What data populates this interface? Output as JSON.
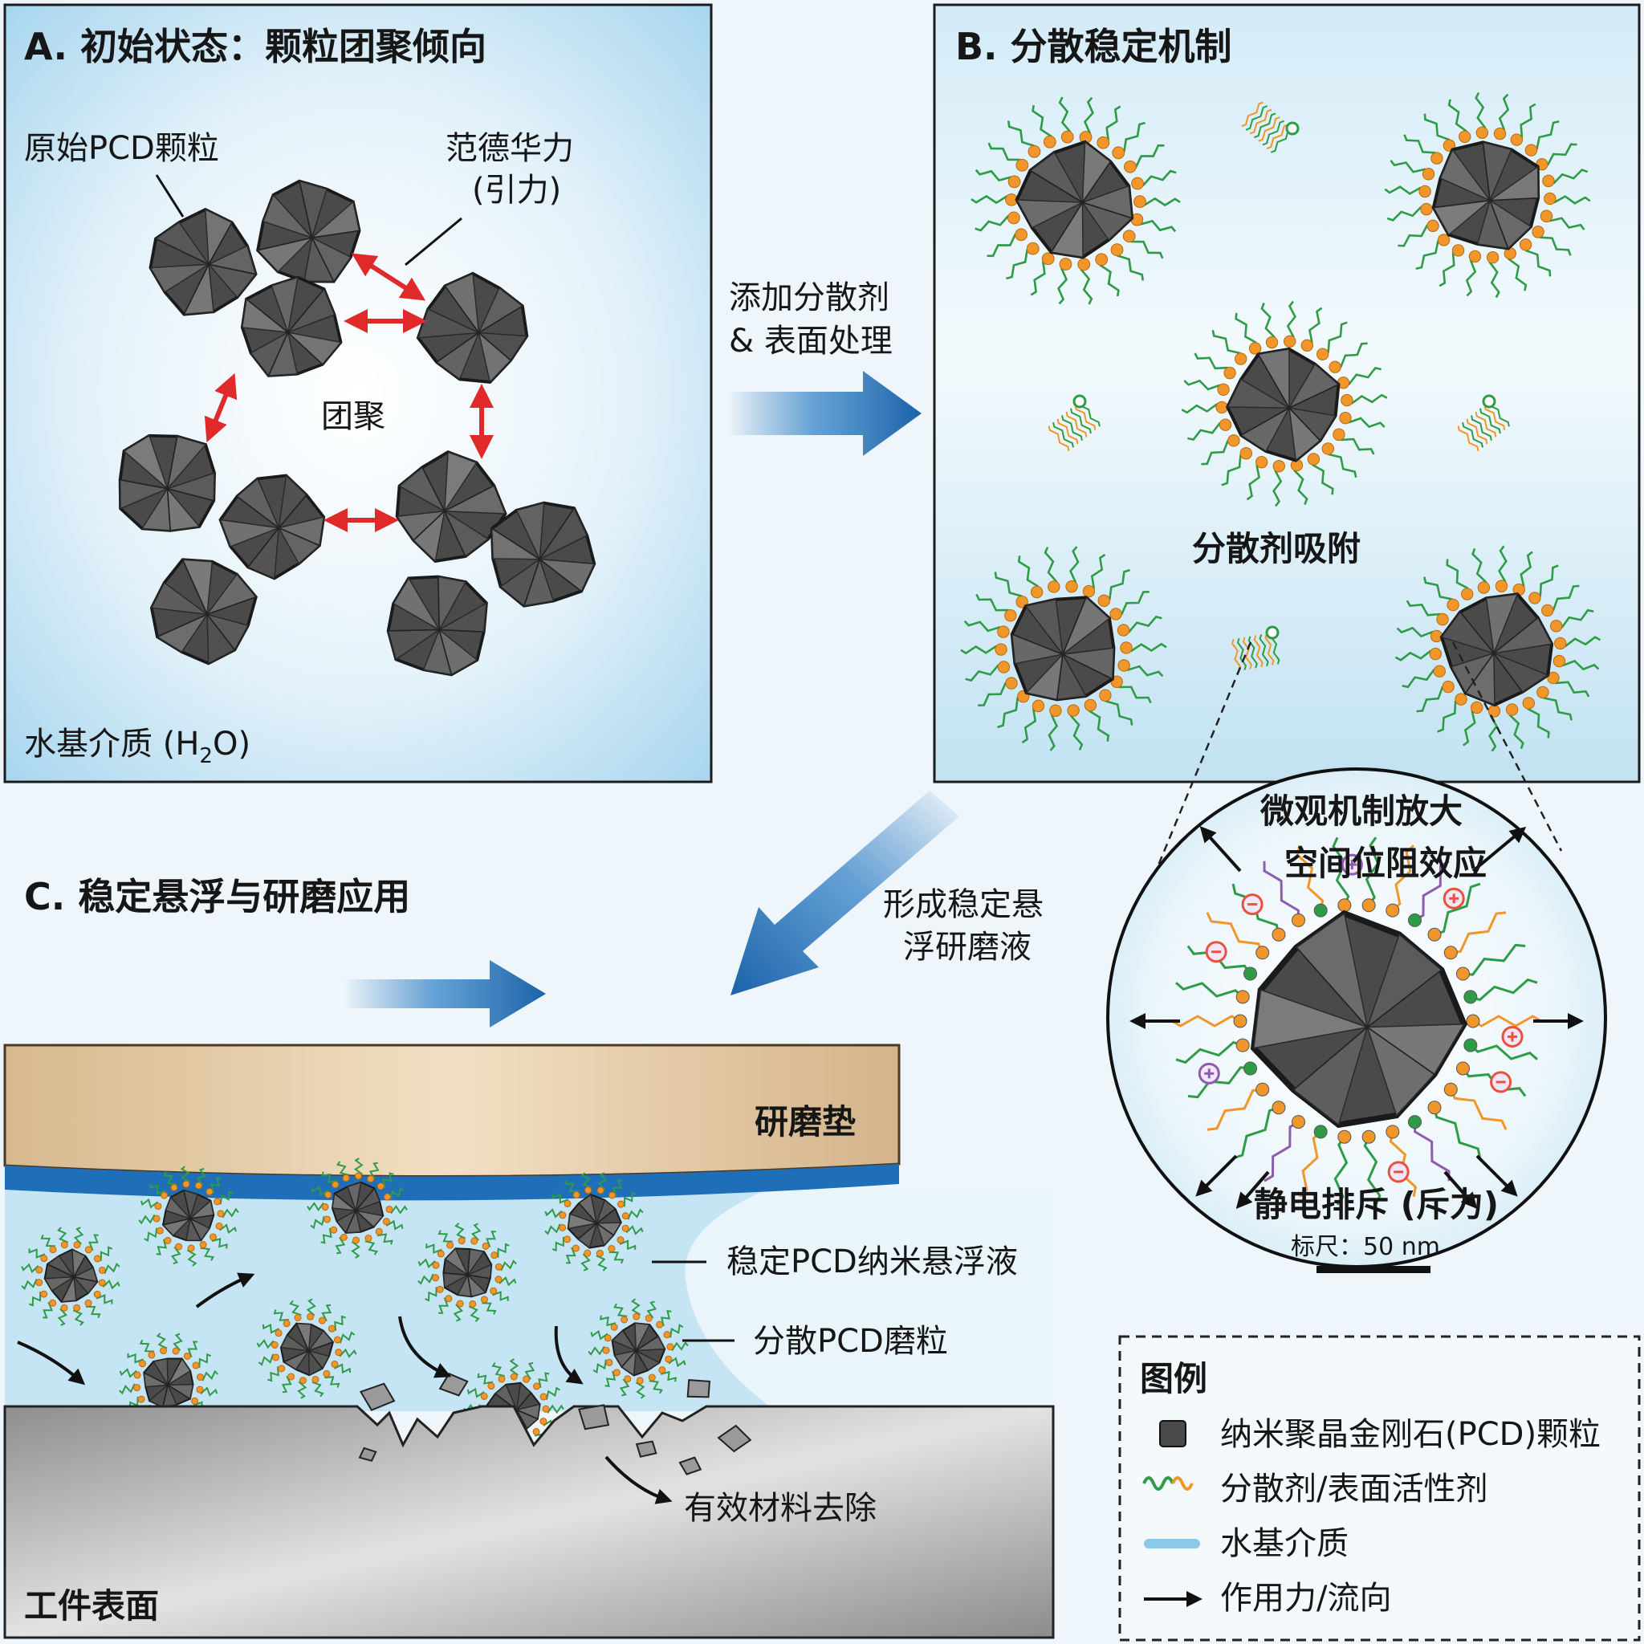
{
  "panel_a": {
    "title": "A. 初始状态：颗粒团聚倾向",
    "label_particle": "原始PCD颗粒",
    "label_force_1": "范德华力",
    "label_force_2": "(引力)",
    "label_agglomerate": "团聚",
    "label_medium_prefix": "水基介质 (H",
    "label_medium_sub": "2",
    "label_medium_suffix": "O)"
  },
  "arrow_ab": {
    "line1": "添加分散剂",
    "line2": "& 表面处理"
  },
  "panel_b": {
    "title": "B. 分散稳定机制",
    "label_adsorption": "分散剂吸附"
  },
  "zoom": {
    "title": "微观机制放大",
    "label_steric": "空间位阻效应",
    "label_electro": "静电排斥 (斥力)",
    "scale": "标尺：50 nm"
  },
  "arrow_bc": {
    "line1": "形成稳定悬",
    "line2": "浮研磨液"
  },
  "panel_c": {
    "title": "C. 稳定悬浮与研磨应用",
    "label_pad": "研磨垫",
    "label_suspension": "稳定PCD纳米悬浮液",
    "label_abrasive": "分散PCD磨粒",
    "label_removal": "有效材料去除",
    "label_workpiece": "工件表面"
  },
  "legend": {
    "title": "图例",
    "items": [
      {
        "icon": "pcd-particle-icon",
        "label": "纳米聚晶金刚石(PCD)颗粒"
      },
      {
        "icon": "surfactant-icon",
        "label": "分散剂/表面活性剂"
      },
      {
        "icon": "water-medium-icon",
        "label": "水基介质"
      },
      {
        "icon": "force-arrow-icon",
        "label": "作用力/流向"
      }
    ]
  },
  "colors": {
    "particle": "#4a4a4a",
    "particle_light": "#7a7a7a",
    "orange": "#f0962a",
    "green": "#2e9b46",
    "red_arrow": "#e02a2a",
    "blue_arrow": "#1f6fb8",
    "water": "#bfe0f0",
    "pad": "#d9bd93",
    "workpiece": "#a9a9a9",
    "plus": "#2e9b46",
    "minus": "#e5533f",
    "purple": "#8d5bb0"
  }
}
